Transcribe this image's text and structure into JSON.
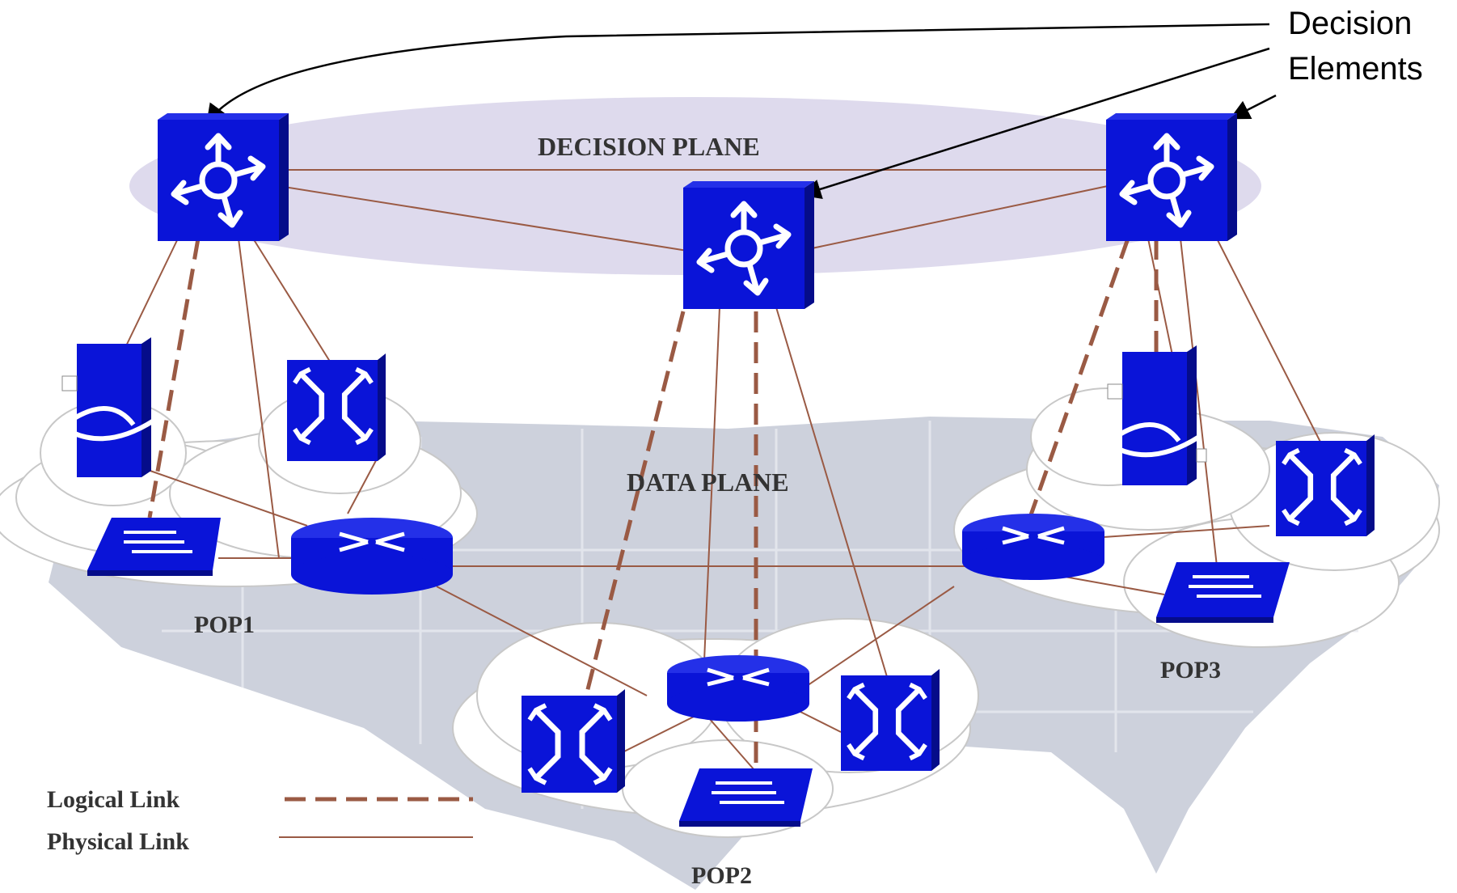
{
  "callout": {
    "line1": "Decision",
    "line2": "Elements"
  },
  "planes": {
    "decision": "DECISION PLANE",
    "data": "DATA PLANE"
  },
  "pops": {
    "pop1": "POP1",
    "pop2": "POP2",
    "pop3": "POP3"
  },
  "legend": {
    "logical": "Logical Link",
    "physical": "Physical Link"
  },
  "colors": {
    "device": "#0a14d8",
    "device_side": "#050c8a",
    "link": "#9a5a44",
    "plane": "#d8d4ea",
    "map": "#c4c9d6",
    "cloud": "#ffffff"
  },
  "icons": {
    "decision_element": "decision-element-icon",
    "router": "router-icon",
    "switch": "switch-icon",
    "crossconnect": "cross-connect-icon",
    "server": "server-icon"
  }
}
